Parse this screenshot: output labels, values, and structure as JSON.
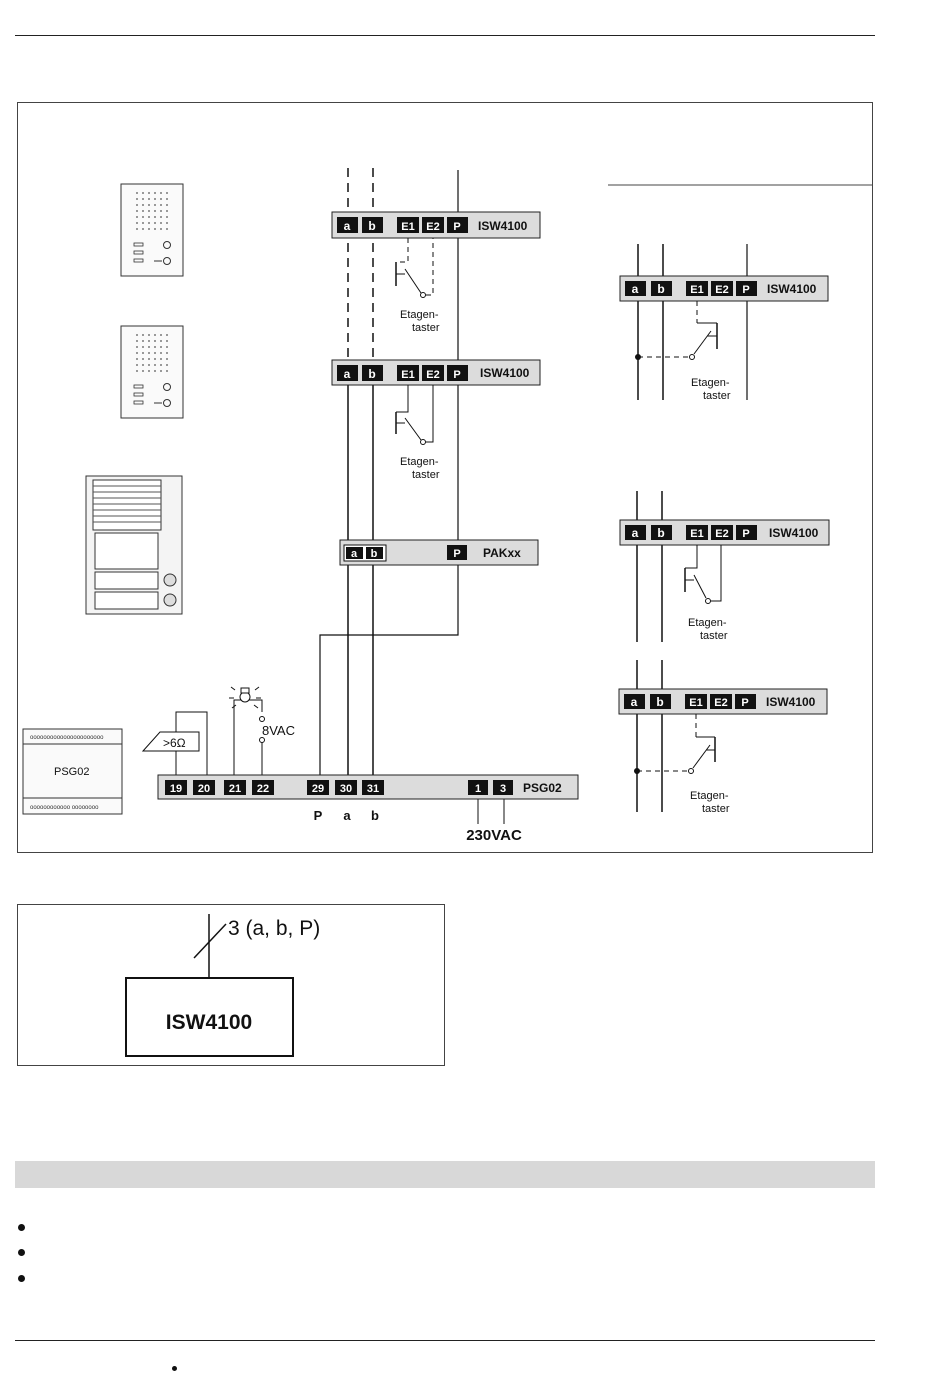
{
  "modules": {
    "isw_name": "ISW4100",
    "pak_name": "PAKxx",
    "psg_name": "PSG02",
    "psg_device_label": "PSG02",
    "key_a": "a",
    "key_b": "b",
    "key_e1": "E1",
    "key_e2": "E2",
    "key_p": "P"
  },
  "labels": {
    "etagen_line1": "Etagen-",
    "etagen_line2": "taster",
    "vac8": "8VAC",
    "resistance": ">6Ω",
    "vac230": "230VAC",
    "bottom_p": "P",
    "bottom_a": "a",
    "bottom_b": "b"
  },
  "terminals": {
    "t19": "19",
    "t20": "20",
    "t21": "21",
    "t22": "22",
    "t29": "29",
    "t30": "30",
    "t31": "31",
    "t1": "1",
    "t3": "3"
  },
  "symbol_box": {
    "wire_label": "3 (a, b, P)",
    "device": "ISW4100"
  }
}
